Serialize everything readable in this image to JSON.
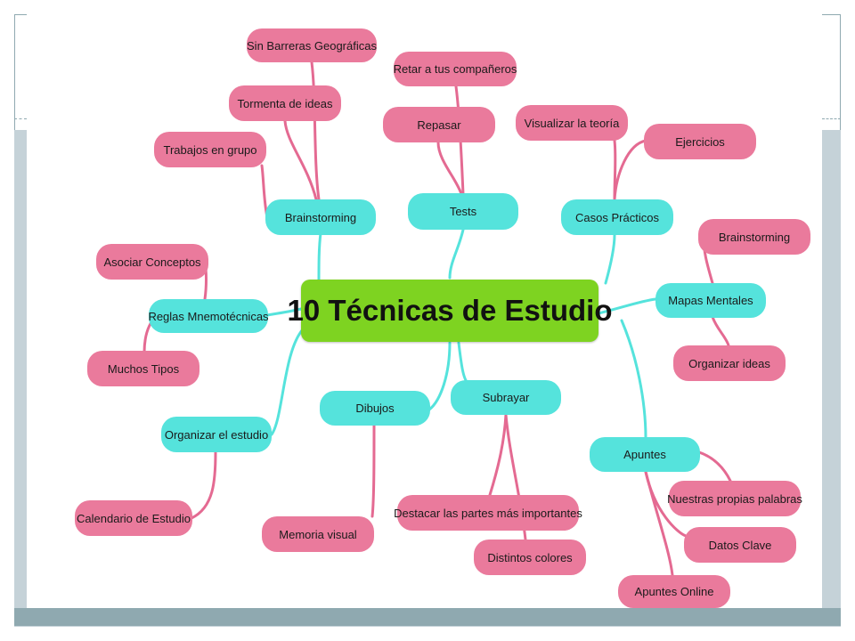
{
  "diagram": {
    "center": "10 Técnicas de Estudio",
    "colors": {
      "center": "#7ed321",
      "branch": "#55e3dc",
      "leaf": "#ea7a9c",
      "link_branch": "#55e3dc",
      "link_leaf": "#e46a92"
    },
    "branches": {
      "brainstorming": {
        "label": "Brainstorming",
        "children": [
          "Sin Barreras Geográficas",
          "Tormenta de ideas",
          "Trabajos en grupo"
        ]
      },
      "tests": {
        "label": "Tests",
        "children": [
          "Retar a tus compañeros",
          "Repasar"
        ]
      },
      "casos": {
        "label": "Casos Prácticos",
        "children": [
          "Visualizar la teoría",
          "Ejercicios"
        ]
      },
      "mapas": {
        "label": "Mapas Mentales",
        "children": [
          "Brainstorming",
          "Organizar ideas"
        ]
      },
      "reglas": {
        "label": "Reglas Mnemotécnicas",
        "children": [
          "Asociar Conceptos",
          "Muchos Tipos"
        ]
      },
      "organizar": {
        "label": "Organizar el estudio",
        "children": [
          "Calendario de Estudio"
        ]
      },
      "dibujos": {
        "label": "Dibujos",
        "children": [
          "Memoria visual"
        ]
      },
      "subrayar": {
        "label": "Subrayar",
        "children": [
          "Destacar las partes más importantes",
          "Distintos colores"
        ]
      },
      "apuntes": {
        "label": "Apuntes",
        "children": [
          "Nuestras propias palabras",
          "Datos Clave",
          "Apuntes Online"
        ]
      }
    }
  }
}
